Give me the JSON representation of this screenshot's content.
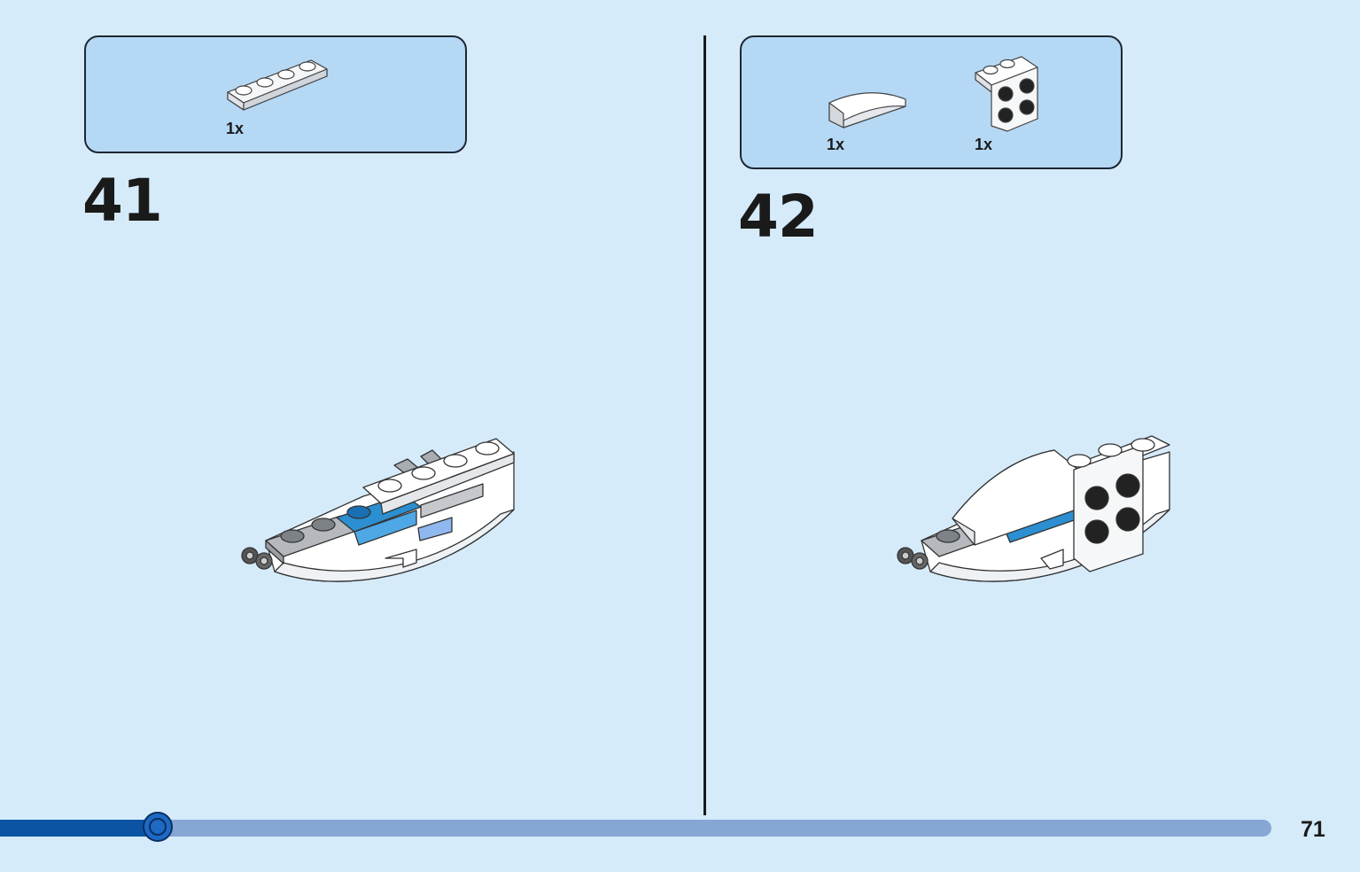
{
  "steps": [
    {
      "number": "41",
      "parts": [
        {
          "qty": "1x",
          "part_icon": "white-1x4-plate-icon"
        }
      ],
      "model_icon": "boat-model-step-41"
    },
    {
      "number": "42",
      "parts": [
        {
          "qty": "1x",
          "part_icon": "white-curved-slope-icon"
        },
        {
          "qty": "1x",
          "part_icon": "white-bracket-2x2-icon"
        }
      ],
      "model_icon": "boat-model-step-42"
    }
  ],
  "progress": {
    "fraction": 0.124
  },
  "page_number": "71",
  "colors": {
    "background": "#d5ebfa",
    "parts_box": "#b5d8f5",
    "progress_fill": "#0b54a3",
    "progress_track": "#86a6d4",
    "accent_blue": "#2b8fd1"
  }
}
